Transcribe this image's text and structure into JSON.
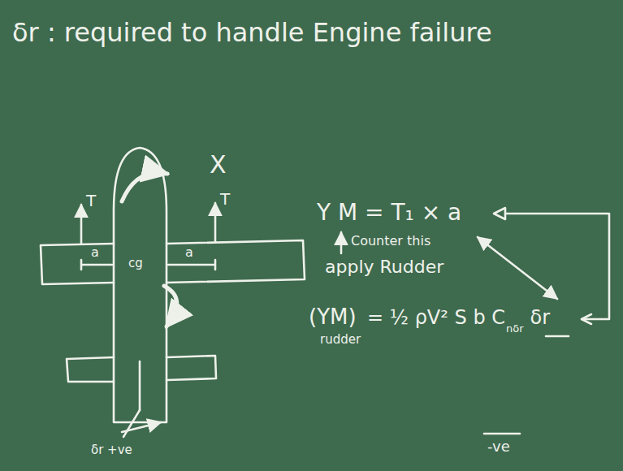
{
  "diagram": {
    "title": "δr : required to handle Engine failure",
    "labels": [
      "T",
      "T",
      "X",
      "a",
      "a",
      "cg",
      "δr +ve",
      "Y M = T₁ × a",
      "Counter this",
      "apply Rudder",
      "(YM)",
      "rudder",
      "= ½ ρV² S b C",
      "nδr",
      "δr",
      "-ve"
    ]
  }
}
